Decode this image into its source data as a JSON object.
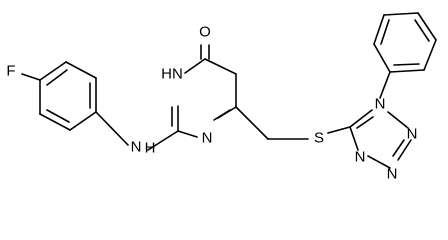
{
  "molecule": {
    "atoms": {
      "oxygen": "O",
      "ring_nh": "HN",
      "ring_n": "N",
      "amine_n": "N",
      "amine_h": "H",
      "fluorine": "F",
      "sulfur": "S",
      "tetrazole_n1": "N",
      "tetrazole_n2": "N",
      "tetrazole_n3": "N",
      "tetrazole_n4": "N"
    }
  },
  "colors": {
    "bond": "#000000",
    "label": "#000000",
    "background": "#ffffff"
  }
}
